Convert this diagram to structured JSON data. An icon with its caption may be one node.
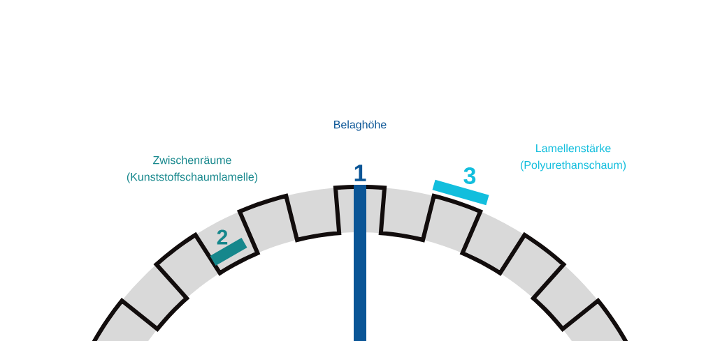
{
  "diagram": {
    "nodes": [
      {
        "text": [],
        "shape": "bar"
      },
      {
        "text": [],
        "shape": "bar"
      },
      {
        "text": [],
        "shape": "bar"
      }
    ],
    "labels": [
      "Belaghöhe",
      "Lamellenstärke (Polyurethanschaum)",
      "Zwischenräume (Kunststoffschaumlamelle)",
      "1",
      "3",
      "2"
    ]
  }
}
